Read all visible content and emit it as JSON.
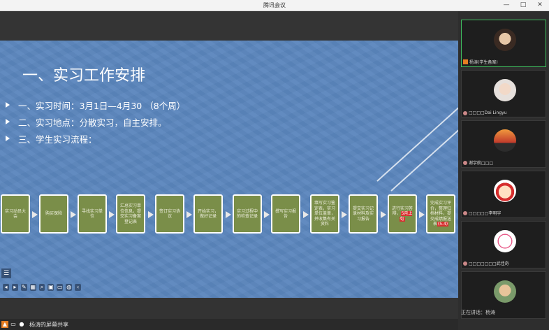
{
  "window": {
    "title": "腾讯会议",
    "minimize": "—",
    "maximize": "□",
    "close": "✕"
  },
  "slide": {
    "title": "一、实习工作安排",
    "bullets": [
      "一、实习时间：3月1日—4月30 （8个周）",
      "二、实习地点：分散实习，自主安排。",
      "三、学生实习流程："
    ],
    "flow_steps": [
      {
        "text": "实习动员大会"
      },
      {
        "text": "购买保险"
      },
      {
        "text": "寻找实习单位"
      },
      {
        "text": "汇总实习单位信息，提交实习备案登记表"
      },
      {
        "text": "签订实习协议"
      },
      {
        "text": "开始实习，做好记录"
      },
      {
        "text": "实习过程中的检查记录"
      },
      {
        "text": "撰写实习报告"
      },
      {
        "text": "填写实习鉴定表，实习单位盖章，并收集有关资料"
      },
      {
        "text": "提交实习记录材料及实习报告"
      },
      {
        "text": "进行实习答辩，",
        "red": "5月上旬"
      },
      {
        "text": "完成实习评价，整理归档材料，提交成绩报送表",
        "red": "(5.4)"
      }
    ]
  },
  "statusbar": {
    "presenter": "杨涛的屏幕共享"
  },
  "participants": [
    {
      "name": "杨涛(学生备案)",
      "active": true
    },
    {
      "name": "□□□□Dai Lingyu",
      "active": false
    },
    {
      "name": "谢宇航□□□",
      "active": false
    },
    {
      "name": "□□□□□李明宇",
      "active": false
    },
    {
      "name": "□□□□□□□武佳奇",
      "active": false
    },
    {
      "name": "",
      "active": false
    }
  ],
  "speaking": "正在讲话：杨涛",
  "colors": {
    "slide_bg": "#5b86bd",
    "step_fill": "#7a8e49",
    "active_border": "#3fbf5f",
    "highlight_red": "#d83030"
  }
}
